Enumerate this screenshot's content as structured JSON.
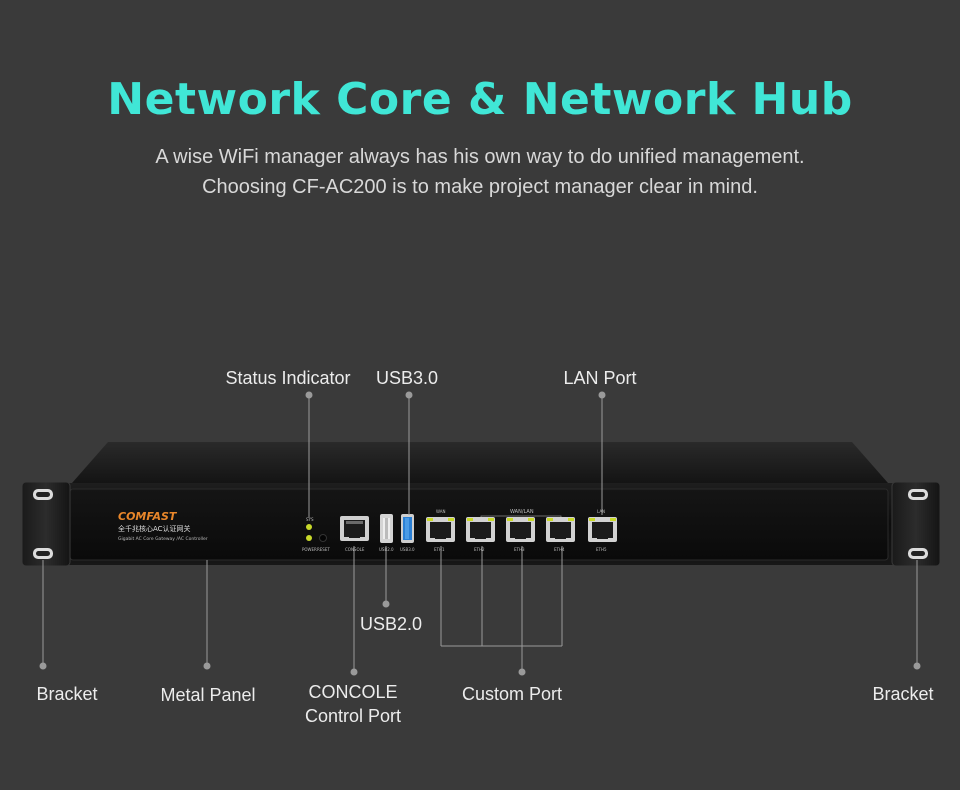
{
  "header": {
    "title": "Network Core & Network Hub",
    "subtitle_line1": "A wise WiFi manager always has his own way to do unified management.",
    "subtitle_line2": "Choosing CF-AC200 is to make project manager clear in mind."
  },
  "device": {
    "brand": "COMFAST",
    "brand_chinese": "全千兆核心AC认证网关",
    "brand_tagline": "Gigabit AC Core Gateway /AC Controller",
    "led_label": "SYS",
    "power_label": "POWER",
    "reset_label": "RESET",
    "console_label": "CONSOLE",
    "usb2_label": "USB2.0",
    "usb3_label": "USB3.0",
    "wan_label": "WAN",
    "wanlan_label": "WAN/LAN",
    "lan_label": "LAN",
    "eth_labels": [
      "ETH1",
      "ETH2",
      "ETH3",
      "ETH4",
      "ETH5"
    ]
  },
  "callouts": {
    "status_indicator": "Status Indicator",
    "usb3": "USB3.0",
    "lan_port": "LAN Port",
    "usb2": "USB2.0",
    "bracket_left": "Bracket",
    "metal_panel": "Metal Panel",
    "console_line1": "CONCOLE",
    "console_line2": "Control Port",
    "custom_port": "Custom Port",
    "bracket_right": "Bracket"
  },
  "colors": {
    "title": "#40e6d6",
    "brand": "#e8862a",
    "usb3_port": "#2a7fd4",
    "led": "#c8d92a"
  }
}
